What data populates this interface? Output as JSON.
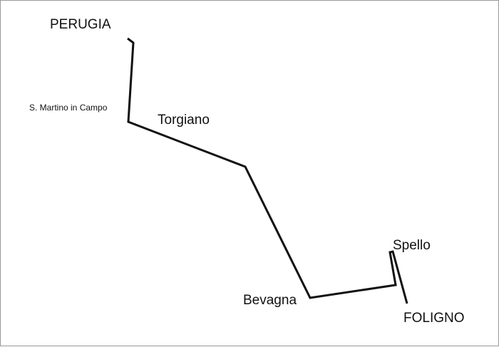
{
  "map": {
    "places": {
      "perugia": "PERUGIA",
      "s_martino": "S. Martino in Campo",
      "torgiano": "Torgiano",
      "bevagna": "Bevagna",
      "spello": "Spello",
      "foligno": "FOLIGNO"
    },
    "route_color": "#111111"
  }
}
